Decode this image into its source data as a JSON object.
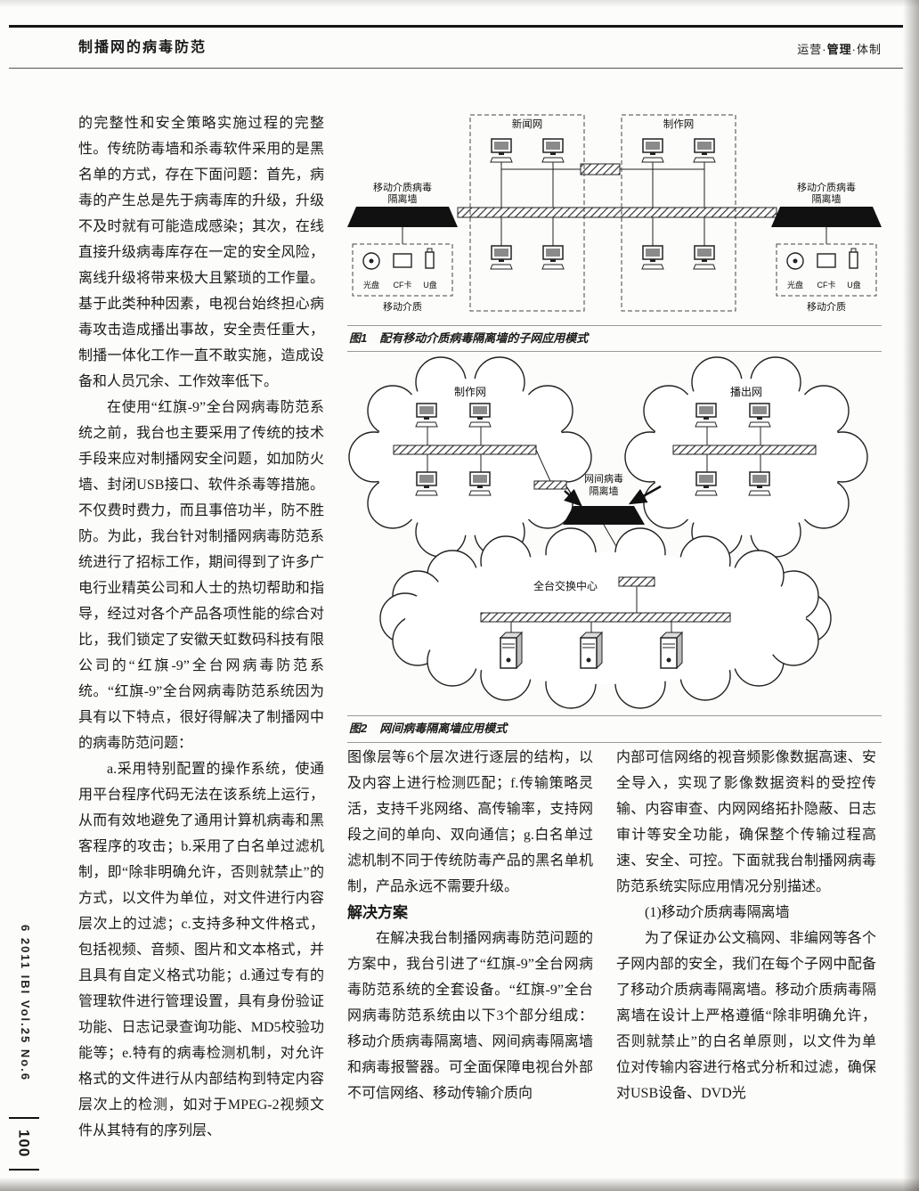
{
  "header": {
    "title": "制播网的病毒防范",
    "category_pre": "运营·",
    "category_bold": "管理",
    "category_post": "·体制"
  },
  "sidebar": {
    "issue_line": "6 2011  IBI Vol.25 No.6",
    "page_number": "100"
  },
  "article": {
    "col1": [
      "的完整性和安全策略实施过程的完整性。传统防毒墙和杀毒软件采用的是黑名单的方式，存在下面问题：首先，病毒的产生总是先于病毒库的升级，升级不及时就有可能造成感染；其次，在线直接升级病毒库存在一定的安全风险，离线升级将带来极大且繁琐的工作量。基于此类种种因素，电视台始终担心病毒攻击造成播出事故，安全责任重大，制播一体化工作一直不敢实施，造成设备和人员冗余、工作效率低下。",
      "在使用“红旗-9”全台网病毒防范系统之前，我台也主要采用了传统的技术手段来应对制播网安全问题，如加防火墙、封闭USB接口、软件杀毒等措施。不仅费时费力，而且事倍功半，防不胜防。为此，我台针对制播网病毒防范系统进行了招标工作，期间得到了许多广电行业精英公司和人士的热切帮助和指导，经过对各个产品各项性能的综合对比，我们锁定了安徽天虹数码科技有限公司的“红旗-9”全台网病毒防范系统。“红旗-9”全台网病毒防范系统因为具有以下特点，很好得解决了制播网中的病毒防范问题：",
      "a.采用特别配置的操作系统，使通用平台程序代码无法在该系统上运行，从而有效地避免了通用计算机病毒和黑客程序的攻击；b.采用了白名单过滤机制，即“除非明确允许，否则就禁止”的方式，以文件为单位，对文件进行内容层次上的过滤；c.支持多种文件格式，包括视频、音频、图片和文本格式，并且具有自定义格式功能；d.通过专有的管理软件进行管理设置，具有身份验证功能、日志记录查询功能、MD5校验功能等；e.特有的病毒检测机制，对允许格式的文件进行从内部结构到特定内容层次上的检测，如对于MPEG-2视频文件从其特有的序列层、"
    ],
    "col2": {
      "para_top": "图像层等6个层次进行逐层的结构，以及内容上进行检测匹配；f.传输策略灵活，支持千兆网络、高传输率，支持网段之间的单向、双向通信；g.白名单过滤机制不同于传统防毒产品的黑名单机制，产品永远不需要升级。",
      "heading": "解决方案",
      "para_bottom": "在解决我台制播网病毒防范问题的方案中，我台引进了“红旗-9”全台网病毒防范系统的全套设备。“红旗-9”全台网病毒防范系统由以下3个部分组成：移动介质病毒隔离墙、网间病毒隔离墙和病毒报警器。可全面保障电视台外部不可信网络、移动传输介质向"
    },
    "col3": [
      "内部可信网络的视音频影像数据高速、安全导入，实现了影像数据资料的受控传输、内容审查、内网网络拓扑隐蔽、日志审计等安全功能，确保整个传输过程高速、安全、可控。下面就我台制播网病毒防范系统实际应用情况分别描述。",
      "(1)移动介质病毒隔离墙",
      "为了保证办公文稿网、非编网等各个子网内部的安全，我们在每个子网中配备了移动介质病毒隔离墙。移动介质病毒隔离墙在设计上严格遵循“除非明确允许，否则就禁止”的白名单原则，以文件为单位对传输内容进行格式分析和过滤，确保对USB设备、DVD光"
    ]
  },
  "figures": {
    "fig1": {
      "number": "图1",
      "caption": "配有移动介质病毒隔离墙的子网应用模式",
      "labels": {
        "news_net": "新闻网",
        "prod_net": "制作网",
        "wall_line1": "移动介质病毒",
        "wall_line2": "隔离墙",
        "media": "移动介质",
        "disc": "光盘",
        "cf_card": "CF卡",
        "usb": "U盘"
      }
    },
    "fig2": {
      "number": "图2",
      "caption": "网间病毒隔离墙应用模式",
      "labels": {
        "prod_net": "制作网",
        "broadcast_net": "播出网",
        "wall_line1": "网间病毒",
        "wall_line2": "隔离墙",
        "exchange_center": "全台交换中心"
      }
    }
  }
}
